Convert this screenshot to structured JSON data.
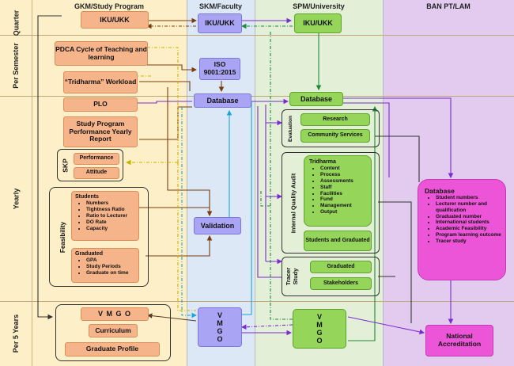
{
  "columns": {
    "study_program": "GKM/Study Program",
    "faculty": "SKM/Faculty",
    "university": "SPM/University",
    "ban": "BAN PT/LAM"
  },
  "rows": {
    "quarter": "Quarter",
    "per_semester": "Per Semester",
    "yearly": "Yearly",
    "per_5_years": "Per 5 Years"
  },
  "study_program": {
    "iku_ukk": "IKU/UKK",
    "pdca": "PDCA Cycle of Teaching and learning",
    "tridharma_workload": "“Tridharma” Workload",
    "plo": "PLO",
    "performance_report": "Study Program Performance Yearly Report",
    "skp": {
      "label": "SKP",
      "performance": "Performance",
      "attitude": "Attitude"
    },
    "feasibility": {
      "label": "Feasibility",
      "students": {
        "title": "Students",
        "items": [
          "Numbers",
          "Tightness Ratio",
          "Ratio to Lecturer",
          "DO Rate",
          "Capacity"
        ]
      },
      "graduated": {
        "title": "Graduated",
        "items": [
          "GPA",
          "Study Periods",
          "Graduate on time"
        ]
      }
    },
    "vmgo": "V M G O",
    "curriculum": "Curriculum",
    "graduate_profile": "Graduate Profile"
  },
  "faculty": {
    "iku_ukk": "IKU/UKK",
    "iso": "ISO 9001:2015",
    "database": "Database",
    "validation": "Validation",
    "vmgo_letters": [
      "V",
      "M",
      "G",
      "O"
    ]
  },
  "university": {
    "iku_ukk": "IKU/UKK",
    "database": "Database",
    "evaluation": {
      "label": "Evaluation",
      "research": "Research",
      "community_services": "Community Services"
    },
    "internal_quality_audit": {
      "label": "Internal Quality Audit",
      "tridharma": {
        "title": "Tridharma",
        "items": [
          "Content",
          "Process",
          "Assessments",
          "Staff",
          "Facilities",
          "Fund",
          "Management",
          "Output"
        ]
      },
      "students_graduated": "Students and Graduated"
    },
    "tracer_study": {
      "label": "Tracer Study",
      "graduated": "Graduated",
      "stakeholders": "Stakeholders"
    },
    "vmgo_letters": [
      "V",
      "M",
      "G",
      "O"
    ]
  },
  "ban": {
    "database": {
      "title": "Database",
      "items": [
        "Student numbers",
        "Lecturer number and qualification",
        "Graduated number",
        "International students",
        "Academic Feasibility",
        "Program learning outcome",
        "Tracer study"
      ]
    },
    "national_accreditation": "National Accreditation"
  }
}
